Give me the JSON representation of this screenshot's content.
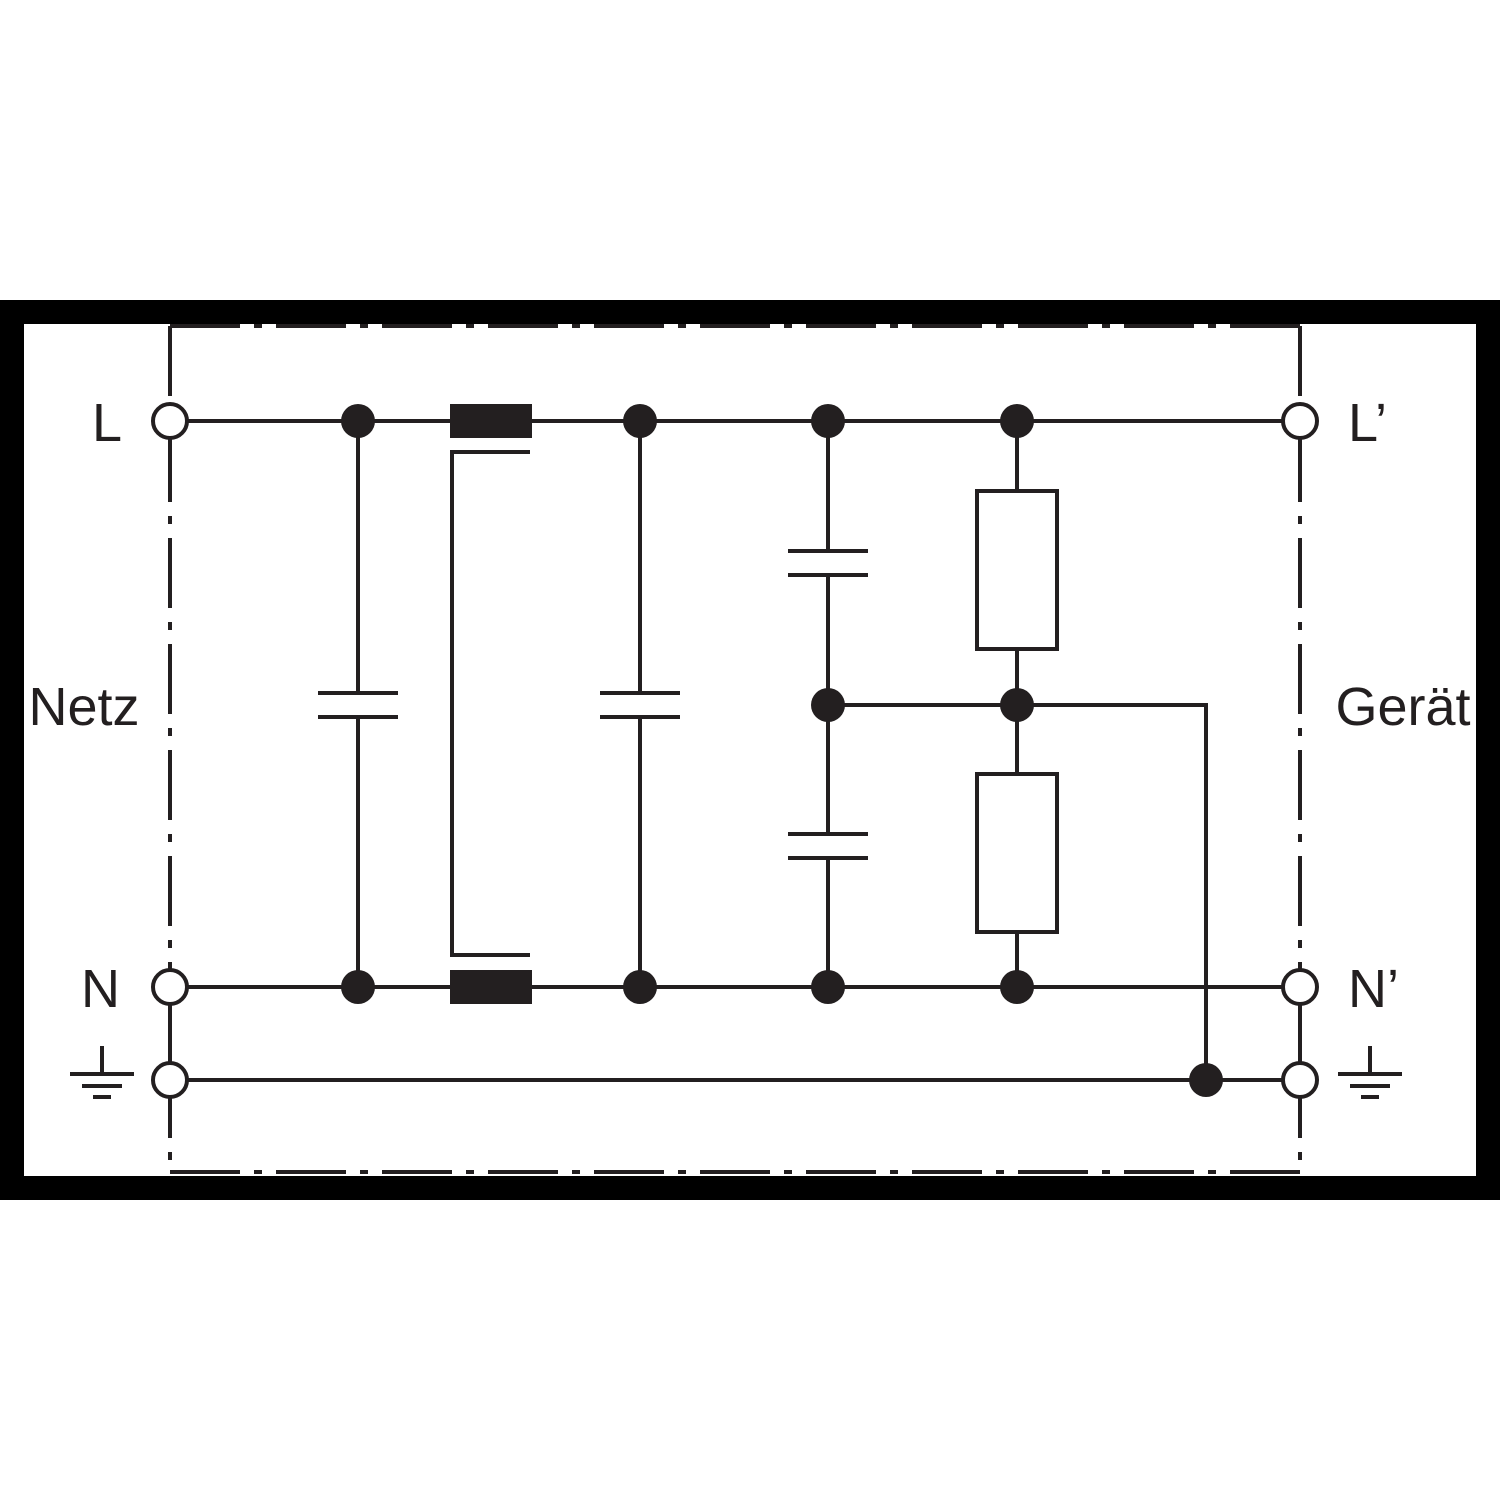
{
  "labels": {
    "input_line": "L",
    "input_neutral": "N",
    "output_line": "L’",
    "output_neutral": "N’",
    "input_side": "Netz",
    "output_side": "Gerät"
  },
  "colors": {
    "ink": "#231f20",
    "frame": "#000000",
    "background": "#ffffff"
  },
  "icons": {
    "input_ground": "ground-icon",
    "output_ground": "ground-icon"
  }
}
